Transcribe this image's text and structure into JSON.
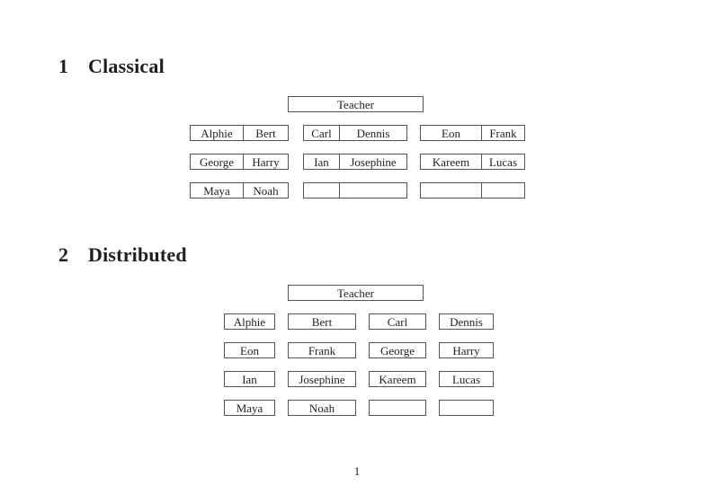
{
  "colors": {
    "background": "#ffffff",
    "text": "#1f1f1f",
    "box_border": "#555555"
  },
  "document": {
    "page_number": "1"
  },
  "sections": [
    {
      "number": "1",
      "title": "Classical",
      "teacher_label": "Teacher",
      "desks": [
        [
          {
            "left": "Alphie",
            "right": "Bert"
          },
          {
            "left": "Carl",
            "right": "Dennis"
          },
          {
            "left": "Eon",
            "right": "Frank"
          }
        ],
        [
          {
            "left": "George",
            "right": "Harry"
          },
          {
            "left": "Ian",
            "right": "Josephine"
          },
          {
            "left": "Kareem",
            "right": "Lucas"
          }
        ],
        [
          {
            "left": "Maya",
            "right": "Noah"
          },
          {
            "left": "",
            "right": ""
          },
          {
            "left": "",
            "right": ""
          }
        ]
      ]
    },
    {
      "number": "2",
      "title": "Distributed",
      "teacher_label": "Teacher",
      "desks": [
        [
          "Alphie",
          "Bert",
          "Carl",
          "Dennis"
        ],
        [
          "Eon",
          "Frank",
          "George",
          "Harry"
        ],
        [
          "Ian",
          "Josephine",
          "Kareem",
          "Lucas"
        ],
        [
          "Maya",
          "Noah",
          "",
          ""
        ]
      ]
    }
  ]
}
